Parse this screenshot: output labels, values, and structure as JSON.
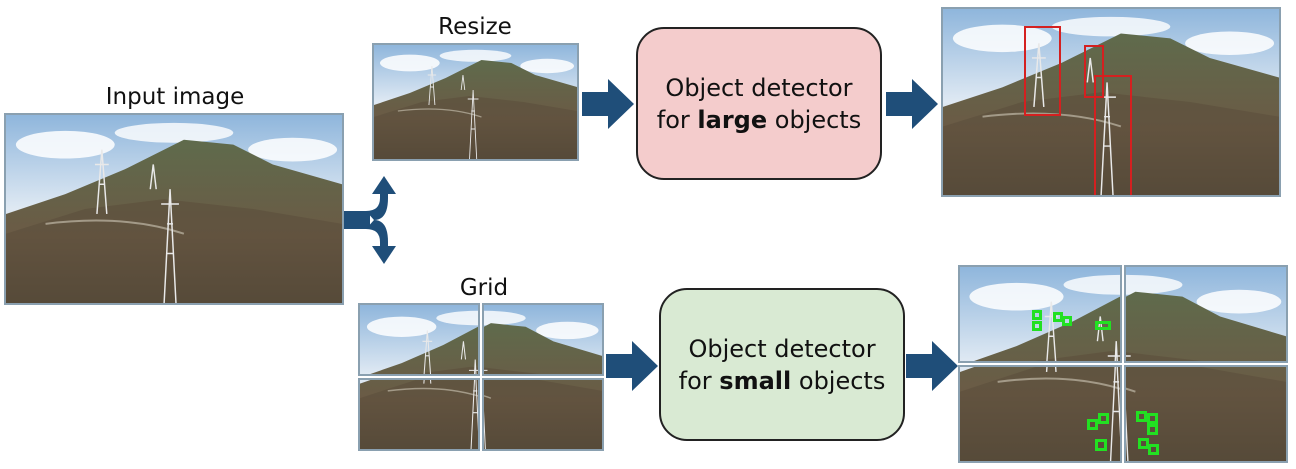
{
  "labels": {
    "input_image": "Input image",
    "resize": "Resize",
    "grid": "Grid"
  },
  "detector_large": {
    "line1": "Object detector",
    "line2_prefix": "for ",
    "line2_bold": "large",
    "line2_suffix": " objects",
    "fill": "#f4cccc"
  },
  "detector_small": {
    "line1": "Object detector",
    "line2_prefix": "for ",
    "line2_bold": "small",
    "line2_suffix": " objects",
    "fill": "#d9ead3"
  },
  "colors": {
    "arrow": "#1f4e79",
    "large_bbox": "#d42020",
    "small_bbox": "#22e022"
  }
}
